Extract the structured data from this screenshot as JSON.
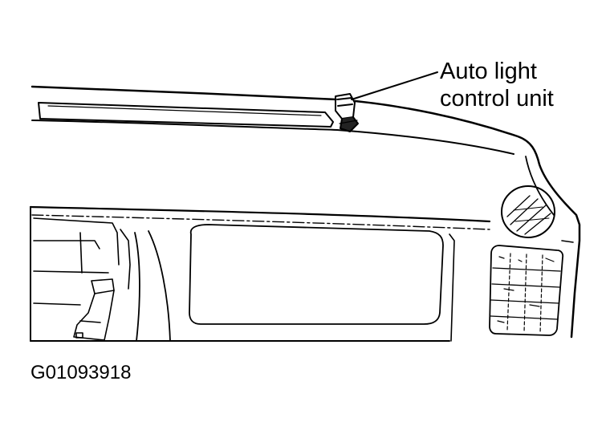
{
  "callout": {
    "line1": "Auto light",
    "line2": "control unit"
  },
  "figure_id": "G01093918"
}
